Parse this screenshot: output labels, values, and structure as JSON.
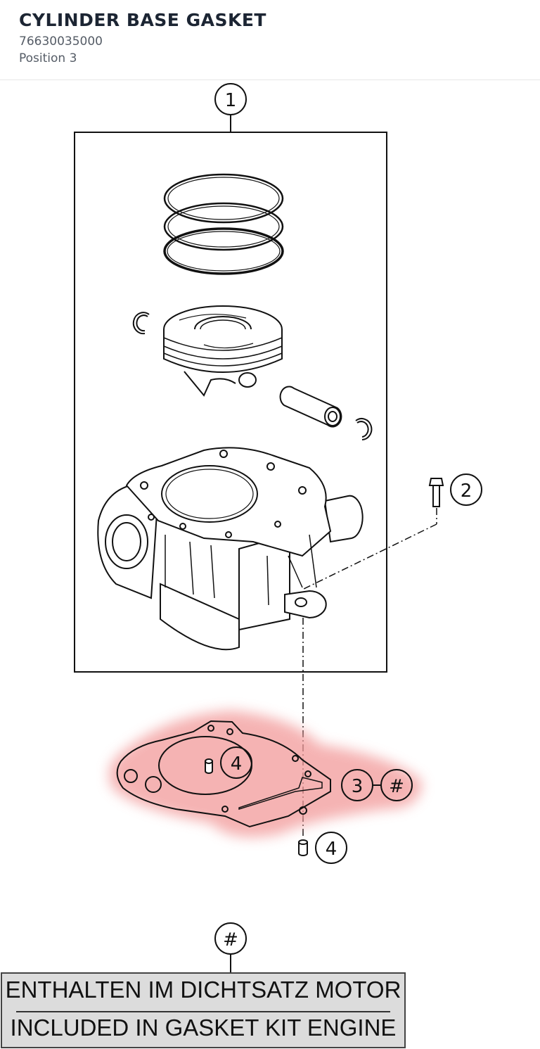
{
  "header": {
    "title": "CYLINDER BASE GASKET",
    "part_number": "76630035000",
    "position": "Position 3"
  },
  "callouts": {
    "kit": "1",
    "bolt": "2",
    "gasket": "3",
    "dowel_upper": "4",
    "dowel_lower": "4",
    "gasket_hash": "#",
    "legend_hash": "#"
  },
  "note": {
    "line_de": "ENTHALTEN IM DICHTSATZ MOTOR",
    "line_en": "INCLUDED IN GASKET KIT ENGINE"
  },
  "colors": {
    "highlight": "#f29a9a"
  }
}
